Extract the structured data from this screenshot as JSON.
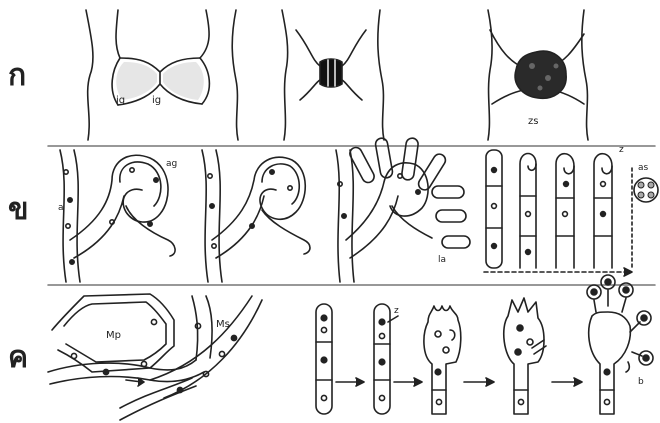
{
  "rows": [
    {
      "label": "ก"
    },
    {
      "label": "ข"
    },
    {
      "label": "ค"
    }
  ],
  "labels": {
    "ig_left": "ig",
    "ig_right": "ig",
    "zs": "zs",
    "ag": "ag",
    "a": "a",
    "as": "as",
    "la": "la",
    "row2_nucleus_mark": "z",
    "Mp": "Mp",
    "Ms": "Ms",
    "row3_nucleus_mark": "z",
    "b": "b"
  },
  "colors": {
    "ink": "#222222",
    "background": "#ffffff",
    "guide": "#888888"
  }
}
